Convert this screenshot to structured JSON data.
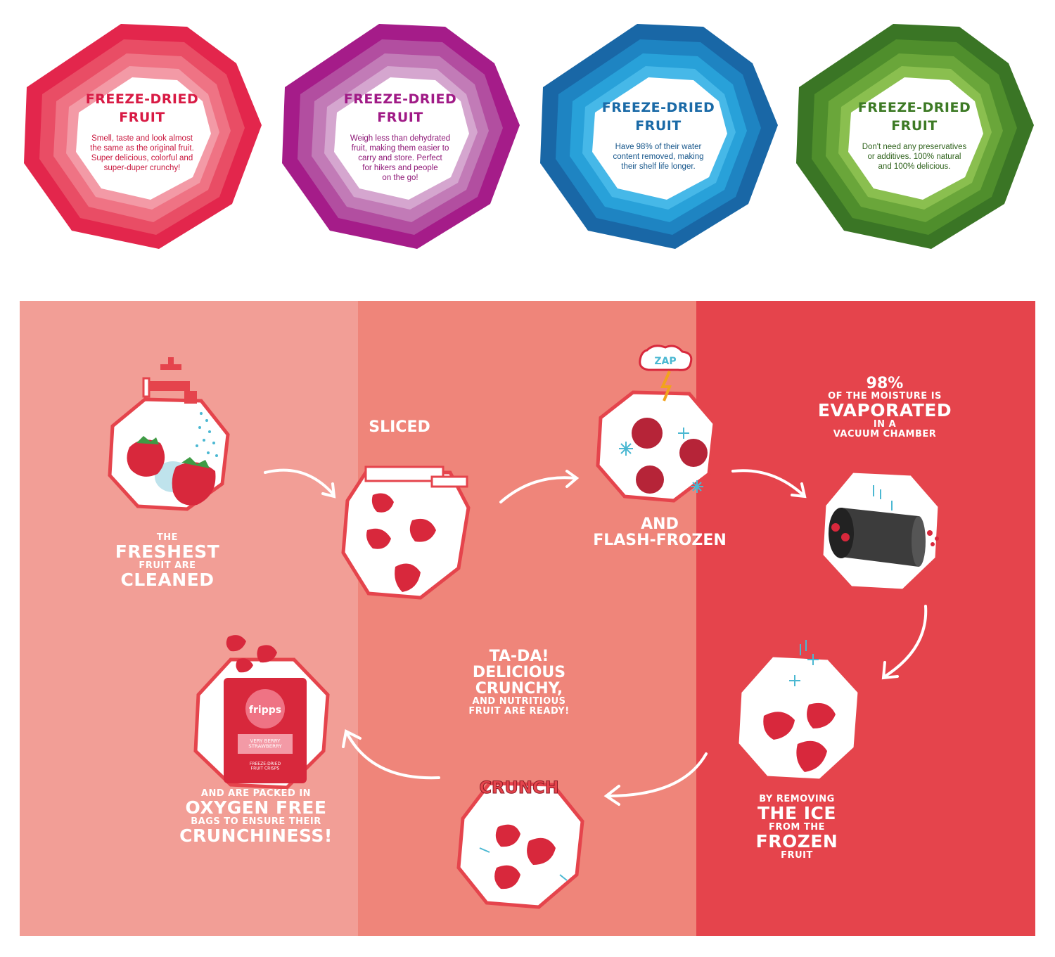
{
  "badges": [
    {
      "title": "FREEZE-DRIED\nFRUIT",
      "text": "Smell, taste and look almost\nthe same as the original fruit.\nSuper delicious, colorful and\nsuper-duper crunchy!",
      "color": "#d81a44",
      "rings": [
        "#e3264c",
        "#e94d65",
        "#ef7384",
        "#f39aa6"
      ]
    },
    {
      "title": "FREEZE-DRIED\nFRUIT",
      "text": "Weigh less than dehydrated\nfruit, making them easier to\ncarry and store. Perfect\nfor hikers and people\non the go!",
      "color": "#a01a86",
      "rings": [
        "#a51c89",
        "#b24ea0",
        "#c27bb7",
        "#d5a6cf"
      ]
    },
    {
      "title": "FREEZE-DRIED\nFRUIT",
      "text": "Have 98% of their water\ncontent removed, making\ntheir shelf life longer.",
      "color": "#1a6aa7",
      "rings": [
        "#1967a6",
        "#1e84c2",
        "#28a1d9",
        "#46b8e8"
      ]
    },
    {
      "title": "FREEZE-DRIED\nFRUIT",
      "text": "Don't need any preservatives\nor additives. 100% natural\nand 100% delicious.",
      "color": "#3d7a25",
      "rings": [
        "#3a7525",
        "#4f8e2c",
        "#6aa63a",
        "#8abf4f"
      ]
    }
  ],
  "steps": {
    "cleaned": {
      "line1": "THE",
      "line2": "FRESHEST",
      "line3": "FRUIT ARE",
      "line4": "CLEANED"
    },
    "sliced": {
      "label": "SLICED"
    },
    "frozen": {
      "line1": "AND",
      "line2": "FLASH-FROZEN",
      "zap": "ZAP"
    },
    "evaporated": {
      "line1": "98%",
      "line2": "OF THE MOISTURE IS",
      "line3": "EVAPORATED",
      "line4": "IN A",
      "line5": "VACUUM CHAMBER"
    },
    "removing": {
      "line1": "BY REMOVING",
      "line2": "THE ICE",
      "line3": "FROM THE",
      "line4": "FROZEN",
      "line5": "FRUIT"
    },
    "ready": {
      "line1": "TA-DA!",
      "line2": "DELICIOUS",
      "line3": "CRUNCHY,",
      "line4": "AND NUTRITIOUS",
      "line5": "FRUIT ARE READY!",
      "crunch": "CRUNCH"
    },
    "packed": {
      "line1": "AND ARE PACKED IN",
      "line2": "OXYGEN FREE",
      "line3": "BAGS TO ENSURE THEIR",
      "line4": "CRUNCHINESS!",
      "brand": "fripps",
      "flavor": "VERY BERRY\nSTRAWBERRY",
      "product": "FREEZE-DRIED\nFRUIT CRISPS"
    }
  },
  "columns": [
    "#f29e96",
    "#ef857a",
    "#e5444c"
  ]
}
